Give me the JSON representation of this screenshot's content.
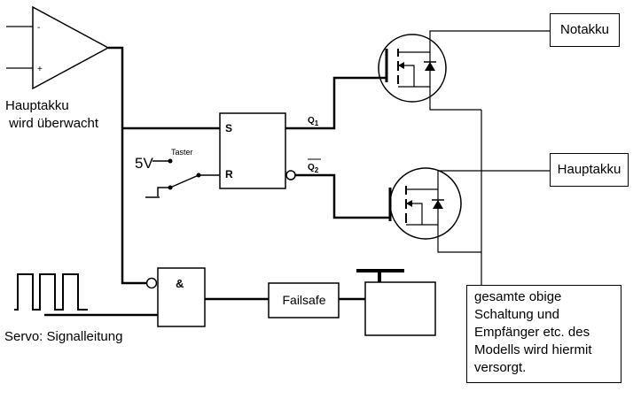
{
  "comparator": {
    "minus": "-",
    "plus": "+"
  },
  "battery_label": [
    "Hauptakku",
    " wird überwacht"
  ],
  "flipflop": {
    "s": "S",
    "r": "R",
    "q1": "Q1",
    "q2": "Q2"
  },
  "voltage": "5V",
  "switch_label": "Taster",
  "and_gate": "&",
  "failsafe": "Failsafe",
  "servo_label": "Servo: Signalleitung",
  "notakku": "Notakku",
  "hauptakku": "Hauptakku",
  "note": [
    "gesamte obige",
    "Schaltung und",
    "Empfänger etc. des",
    "Modells wird hiermit",
    "versorgt."
  ]
}
